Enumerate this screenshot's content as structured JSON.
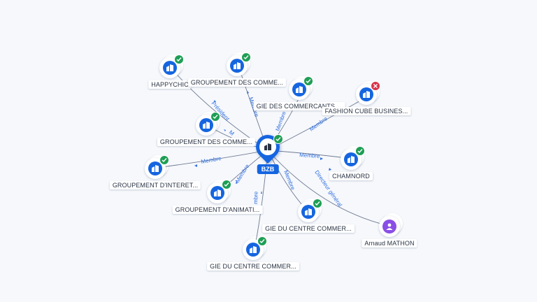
{
  "colors": {
    "node": "#1565e0",
    "person": "#8a4fe6",
    "ok": "#1e9e55",
    "error": "#d8344a",
    "edge_label": "#2f6fe0"
  },
  "center": {
    "label": "BZB",
    "icon": "building-icon",
    "status": "ok"
  },
  "nodes": [
    {
      "id": "n1",
      "label": "HAPPYCHIC",
      "icon": "building-icon",
      "status": "ok"
    },
    {
      "id": "n2",
      "label": "GROUPEMENT DES COMME...",
      "icon": "building-icon",
      "status": "ok"
    },
    {
      "id": "n3",
      "label": "GIE DES COMMERCANTS ...",
      "icon": "building-icon",
      "status": "ok"
    },
    {
      "id": "n4",
      "label": "FASHION CUBE BUSINES...",
      "icon": "building-icon",
      "status": "error"
    },
    {
      "id": "n5",
      "label": "GROUPEMENT DES COMME...",
      "icon": "building-icon",
      "status": "ok"
    },
    {
      "id": "n6",
      "label": "CHAMNORD",
      "icon": "building-icon",
      "status": "ok"
    },
    {
      "id": "n7",
      "label": "GROUPEMENT D'INTERET...",
      "icon": "building-icon",
      "status": "ok"
    },
    {
      "id": "n8",
      "label": "GROUPEMENT D'ANIMATI...",
      "icon": "building-icon",
      "status": "ok"
    },
    {
      "id": "n9",
      "label": "GIE DU CENTRE COMMER...",
      "icon": "building-icon",
      "status": "ok"
    },
    {
      "id": "n10",
      "label": "Arnaud MATHON",
      "icon": "person-icon",
      "status": "none"
    },
    {
      "id": "n11",
      "label": "GIE DU CENTRE COMMER...",
      "icon": "building-icon",
      "status": "ok"
    }
  ],
  "edges": [
    {
      "to": "n1",
      "label": "Président"
    },
    {
      "to": "n2",
      "label": "Membre"
    },
    {
      "to": "n3",
      "label": "Membre"
    },
    {
      "to": "n4",
      "label": "Membre"
    },
    {
      "to": "n5",
      "label": "M"
    },
    {
      "to": "n6",
      "label": "Membre"
    },
    {
      "to": "n7",
      "label": "Membre"
    },
    {
      "to": "n8",
      "label": "Membre"
    },
    {
      "to": "n9",
      "label": "Membre"
    },
    {
      "to": "n10",
      "label": "Directeur général"
    },
    {
      "to": "n11",
      "label": "mbre"
    }
  ]
}
